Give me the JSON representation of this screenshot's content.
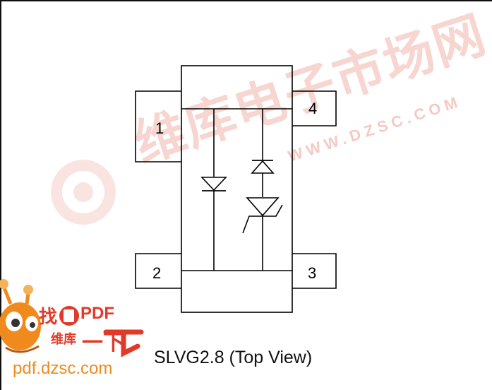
{
  "diagram": {
    "pins": [
      {
        "id": "pin-1",
        "label": "1"
      },
      {
        "id": "pin-2",
        "label": "2"
      },
      {
        "id": "pin-3",
        "label": "3"
      },
      {
        "id": "pin-4",
        "label": "4"
      }
    ],
    "caption": "SLVG2.8 (Top View)"
  },
  "watermark": {
    "site_text": "WWW.DZSC.COM",
    "chinese_text": "维库电子市场网"
  },
  "promo_badge": {
    "find_text": "找",
    "pdf_text": "PDF",
    "brand_text": "维库",
    "action_text": "一下",
    "url_text": "pdf.dzsc.com"
  },
  "colors": {
    "line": "#000000",
    "watermark": "#e98a7a",
    "promo_orange": "#f08a1c",
    "promo_red": "#e23a2a"
  }
}
